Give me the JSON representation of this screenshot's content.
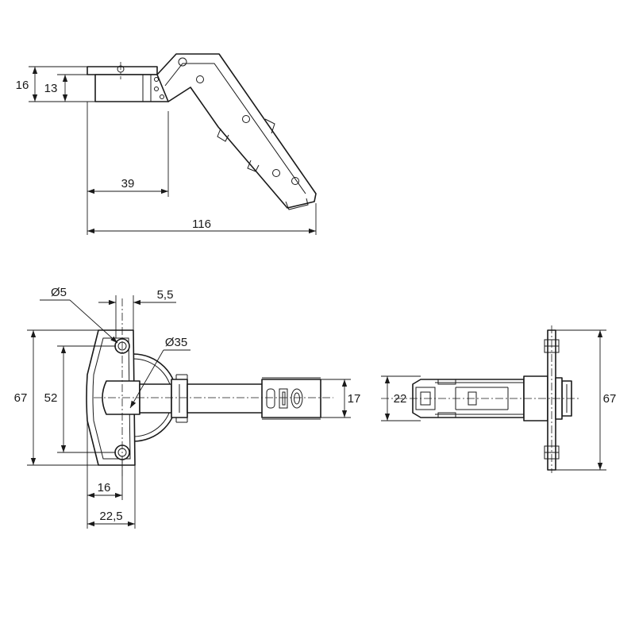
{
  "side_view": {
    "dim_height_outer": "16",
    "dim_height_inner": "13",
    "dim_width_39": "39",
    "dim_width_116": "116"
  },
  "front_view": {
    "dim_hole_dia": "Ø5",
    "dim_offset": "5,5",
    "dim_cup_dia": "Ø35",
    "dim_plate_height": "67",
    "dim_hole_spacing": "52",
    "dim_arm_height": "17",
    "dim_16": "16",
    "dim_22_5": "22,5"
  },
  "top_view": {
    "dim_width_22": "22",
    "dim_height_67": "67"
  }
}
